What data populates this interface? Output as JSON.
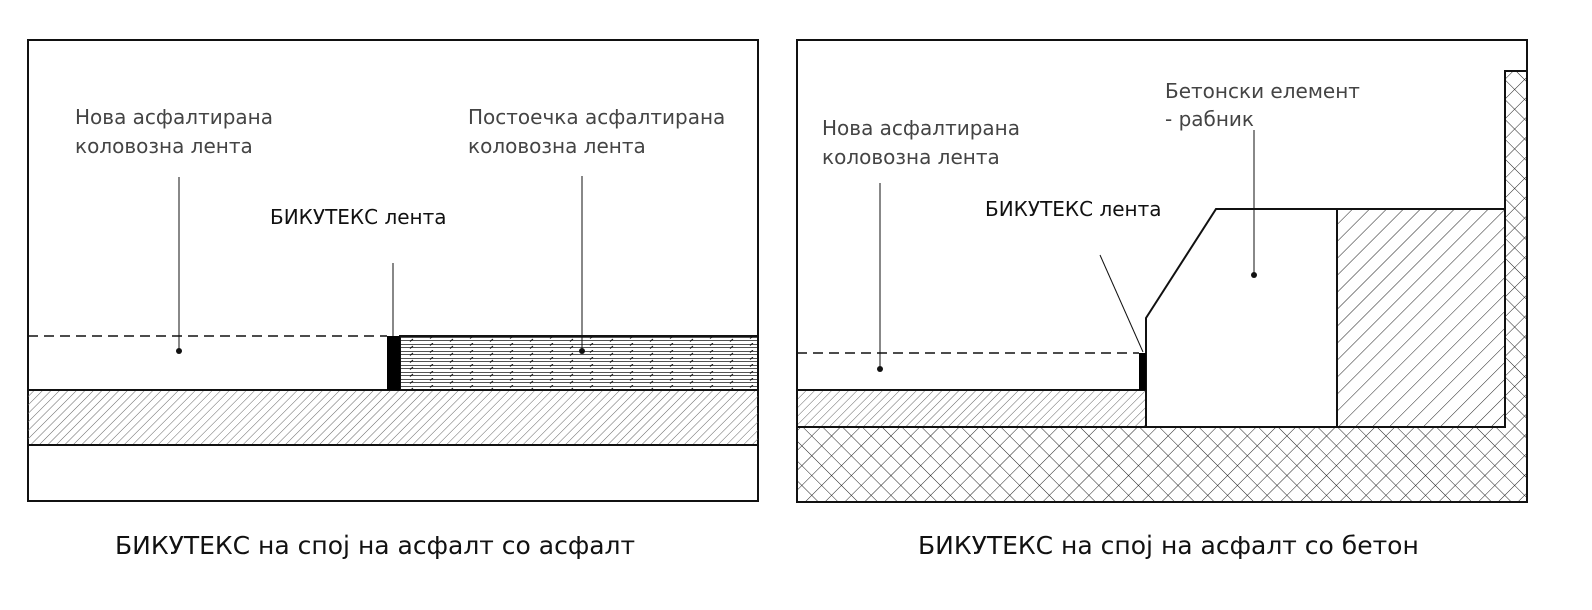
{
  "left_diagram": {
    "label_new_asphalt": [
      "Нова асфалтирана",
      "коловозна лента"
    ],
    "label_existing_asphalt": [
      "Постоечка асфалтирана",
      "коловозна лента"
    ],
    "label_tape": "БИКУТЕКС лента",
    "caption": "БИКУТЕКС на спој на асфалт со асфалт"
  },
  "right_diagram": {
    "label_concrete": [
      "Бетонски елемент",
      "- рабник"
    ],
    "label_new_asphalt": [
      "Нова асфалтирана",
      "коловозна лента"
    ],
    "label_tape": "БИКУТЕКС лента",
    "caption": "БИКУТЕКС на спој на асфалт со бетон"
  }
}
